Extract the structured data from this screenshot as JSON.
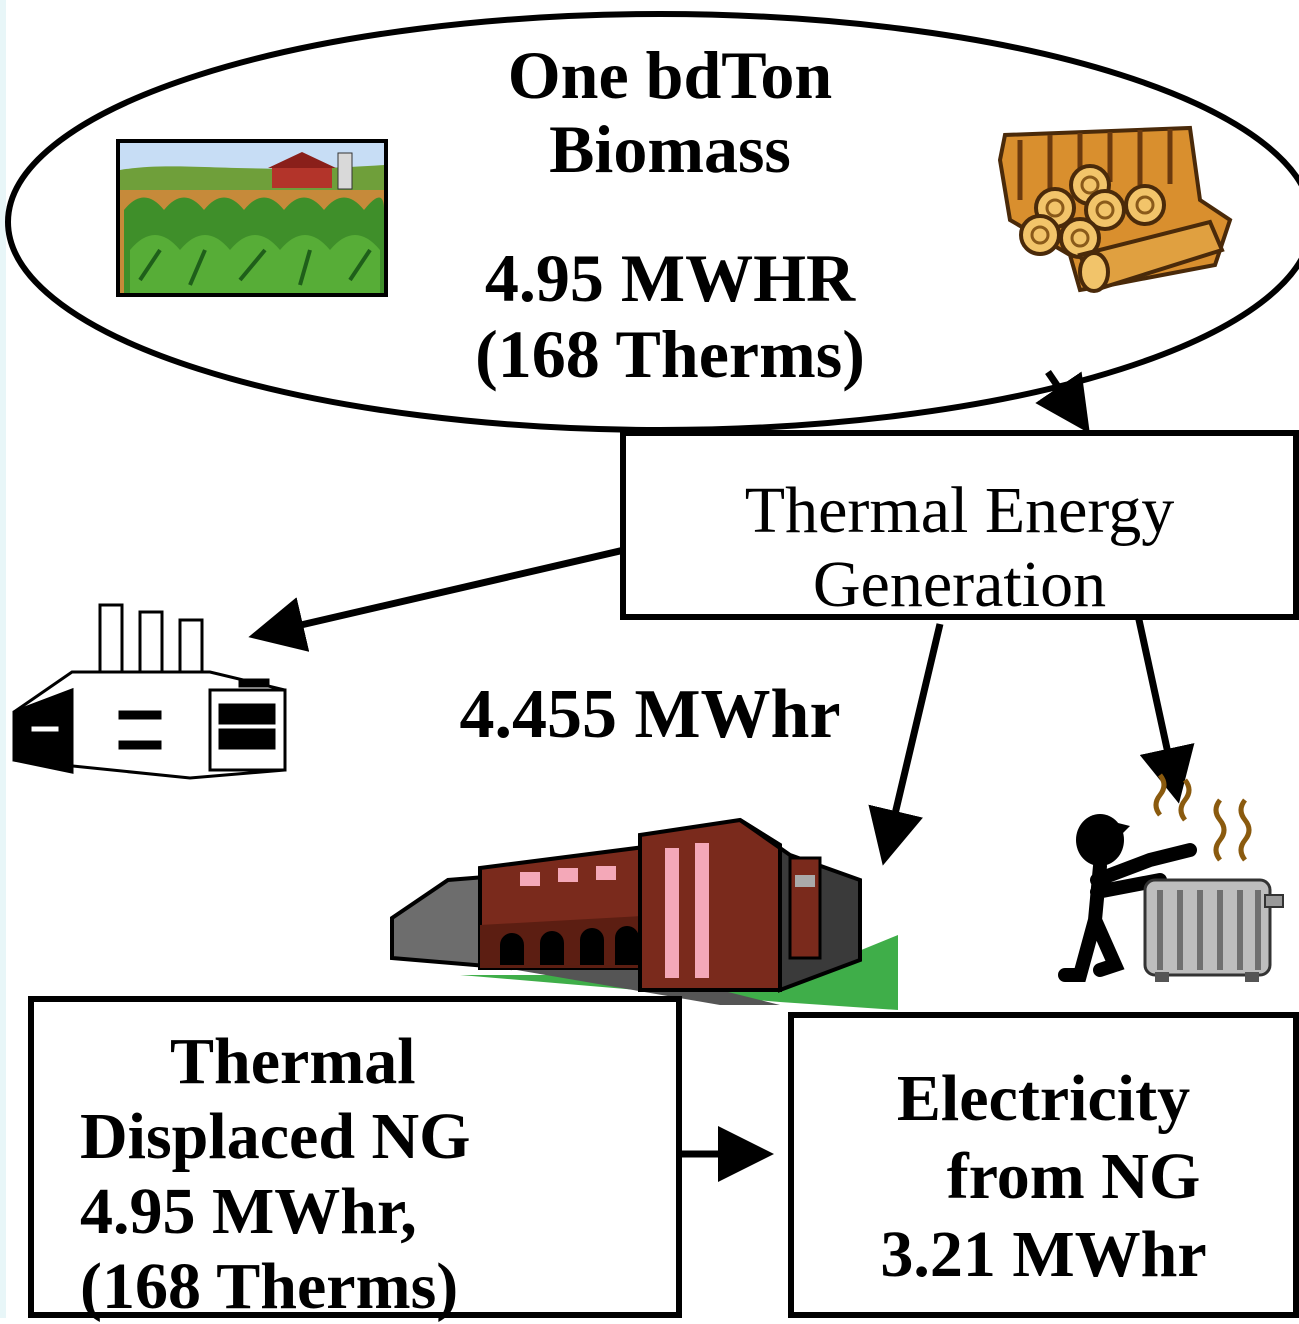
{
  "biomass": {
    "title_line1": "One bdTon",
    "title_line2": "Biomass",
    "energy_line1": "4.95 MWHR",
    "energy_line2": "(168 Therms)"
  },
  "thermal_generation": {
    "line1": "Thermal  Energy",
    "line2": "Generation"
  },
  "mid_label": "4.455 MWhr",
  "thermal_displaced": {
    "line1": "Thermal",
    "line2": "Displaced NG",
    "line3": "4.95 MWhr,",
    "line4": "(168 Therms)"
  },
  "electricity": {
    "line1": "Electricity",
    "line2": "from NG",
    "line3": "3.21 MWhr"
  },
  "colors": {
    "brick": "#7a2a1c",
    "window_pink": "#f4a8b8",
    "lawn_green": "#3fae49",
    "wood": "#d98f2e",
    "crop_green": "#3f8f2a",
    "sky_blue": "#9fc3ea"
  }
}
